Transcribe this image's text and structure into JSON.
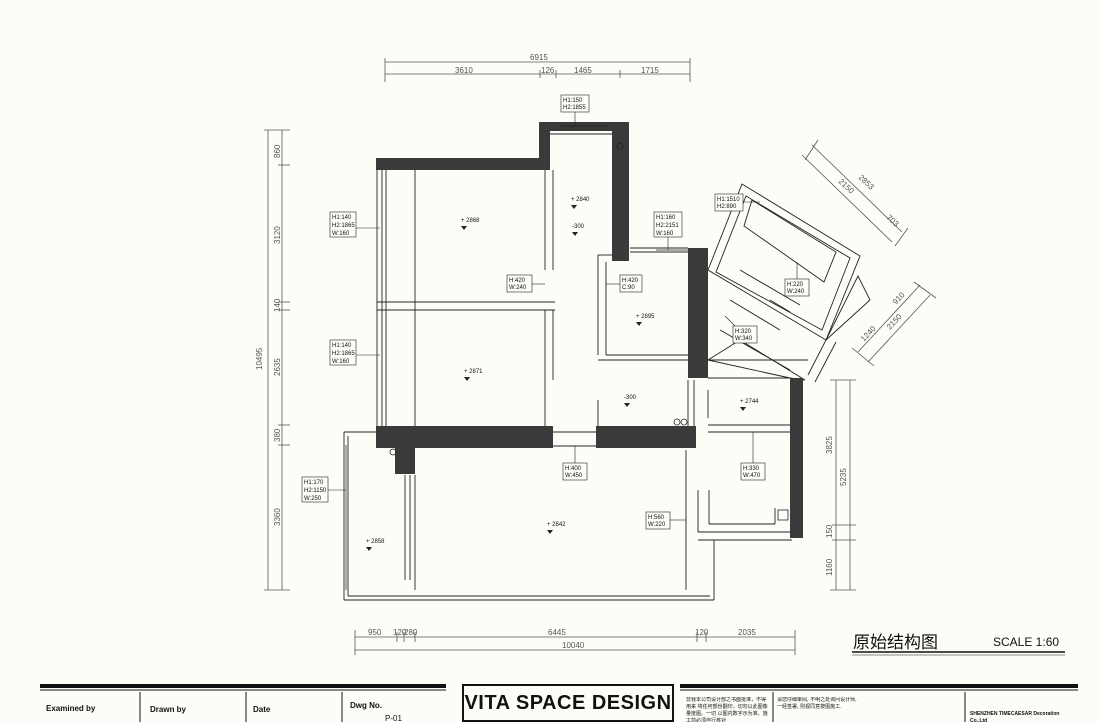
{
  "drawing": {
    "title": "原始结构图",
    "scale": "SCALE 1:60"
  },
  "dimensions": {
    "top_total": "6915",
    "top_segments": [
      "3610",
      "126",
      "1465",
      "1715"
    ],
    "bottom_total": "10040",
    "bottom_segments": [
      "950",
      "120",
      "280",
      "6445",
      "120",
      "2035"
    ],
    "left_total": "10495",
    "left_segments": [
      "860",
      "3120",
      "140",
      "2635",
      "380",
      "3360"
    ],
    "right_segments": [
      "3825",
      "5235",
      "150",
      "1160"
    ],
    "diagonal_top": [
      "2853",
      "2150",
      "703"
    ],
    "diagonal_right": [
      "910",
      "2150",
      "1240"
    ]
  },
  "levels": [
    "+ 2868",
    "+ 2840",
    "-300",
    "+ 2895",
    "+ 2871",
    "-300",
    "+ 2744",
    "+ 2842",
    "+ 2858"
  ],
  "openings": [
    {
      "lines": [
        "H1:150",
        "H2:1855"
      ]
    },
    {
      "lines": [
        "H1:140",
        "H2:1865",
        "W:160"
      ]
    },
    {
      "lines": [
        "H1:140",
        "H2:1865",
        "W:160"
      ]
    },
    {
      "lines": [
        "H:420",
        "W:240"
      ]
    },
    {
      "lines": [
        "H:420",
        "C:90"
      ]
    },
    {
      "lines": [
        "H1:160",
        "H2:2151",
        "W:160"
      ]
    },
    {
      "lines": [
        "H1:1510",
        "H2:890"
      ]
    },
    {
      "lines": [
        "H:220",
        "W:240"
      ]
    },
    {
      "lines": [
        "H:320",
        "W:340"
      ]
    },
    {
      "lines": [
        "H:400",
        "W:450"
      ]
    },
    {
      "lines": [
        "H:330",
        "W:470"
      ]
    },
    {
      "lines": [
        "H1:170",
        "H2:1150",
        "W:250"
      ]
    },
    {
      "lines": [
        "H:560",
        "W:220"
      ]
    }
  ],
  "title_block": {
    "examined_by": "Examined by",
    "drawn_by": "Drawn by",
    "date": "Date",
    "dwg_no": "Dwg No.",
    "dwg_value": "P-01",
    "brand": "VITA SPACE DESIGN",
    "note_left": "非我本公司设计部之书面批准，不得用来 将任何部份翻印，切勿以此图像量度图。一切 以图内数字示为准，施工前必须自行核对",
    "note_mid": "请您仔细审阅, 不明之处询问设计师, 一经签署, 则视同意按图施工.",
    "company": "SHENZHEN TIMECAESAR Decoration Co.,Ltd"
  },
  "colors": {
    "wall": "#3a3a3a",
    "line": "#222222",
    "paper": "#fdfdf8"
  }
}
